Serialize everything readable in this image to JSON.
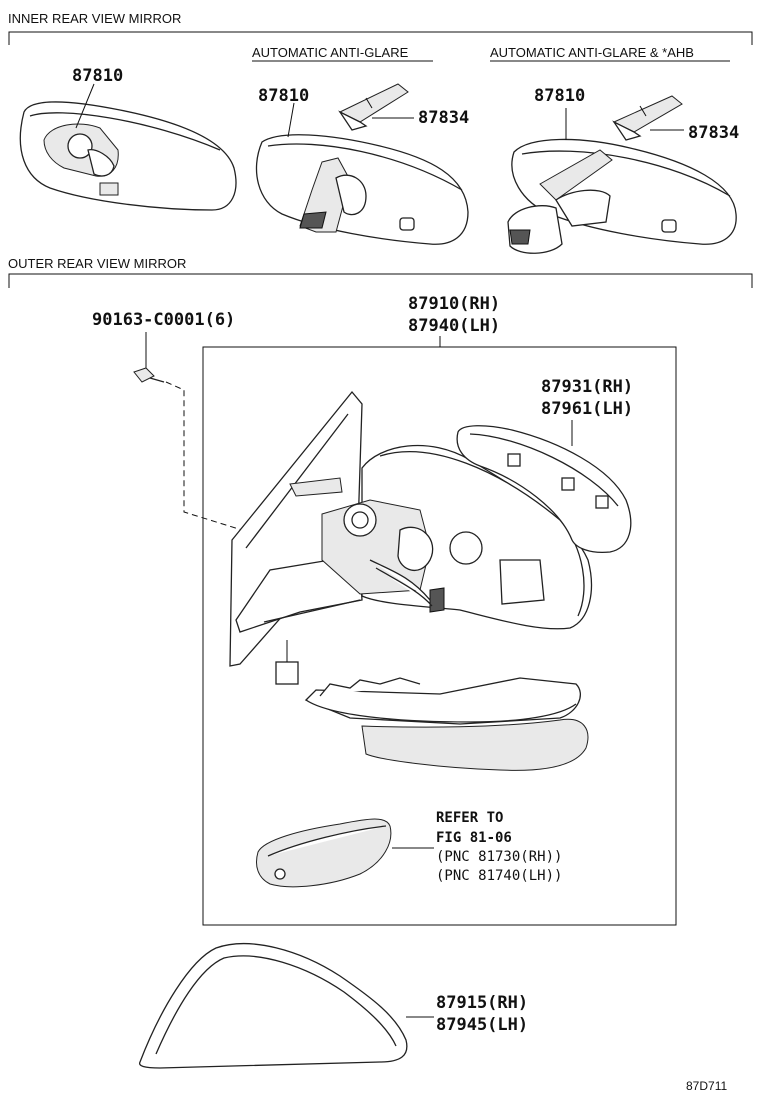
{
  "sections": {
    "inner": "INNER REAR VIEW MIRROR",
    "outer": "OUTER REAR VIEW MIRROR"
  },
  "inner_variants": {
    "anti_glare": "AUTOMATIC ANTI-GLARE",
    "anti_glare_ahb": "AUTOMATIC ANTI-GLARE & *AHB"
  },
  "parts": {
    "mirror_std": "87810",
    "mirror_ag": "87810",
    "cover_ag": "87834",
    "mirror_ahb": "87810",
    "cover_ahb": "87834",
    "screw": "90163-C0001(6)",
    "outer_rh": "87910(RH)",
    "outer_lh": "87940(LH)",
    "glass_rh": "87931(RH)",
    "glass_lh": "87961(LH)",
    "cover_rh": "87915(RH)",
    "cover_lh": "87945(LH)"
  },
  "reference": {
    "line1": "REFER TO",
    "line2": "FIG 81-06",
    "line3": "(PNC 81730(RH))",
    "line4": "(PNC 81740(LH))"
  },
  "diagram_code": "87D711"
}
